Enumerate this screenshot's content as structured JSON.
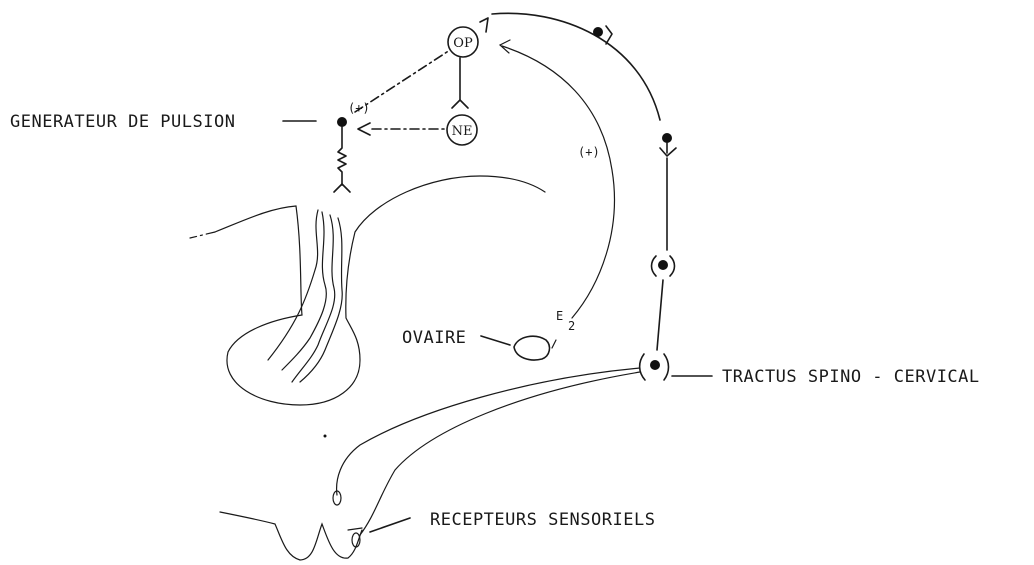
{
  "labels": {
    "generator": "GENERATEUR DE PULSION",
    "ovary": "OVAIRE",
    "tract": "TRACTUS SPINO - CERVICAL",
    "receptors": "RECEPTEURS SENSORIELS"
  },
  "nodes": {
    "op": "OP",
    "ne": "NE"
  },
  "annotations": {
    "sign_generator": "(+)",
    "sign_feedback": "(+)",
    "estradiol": "E",
    "estradiol_sub": "2"
  }
}
